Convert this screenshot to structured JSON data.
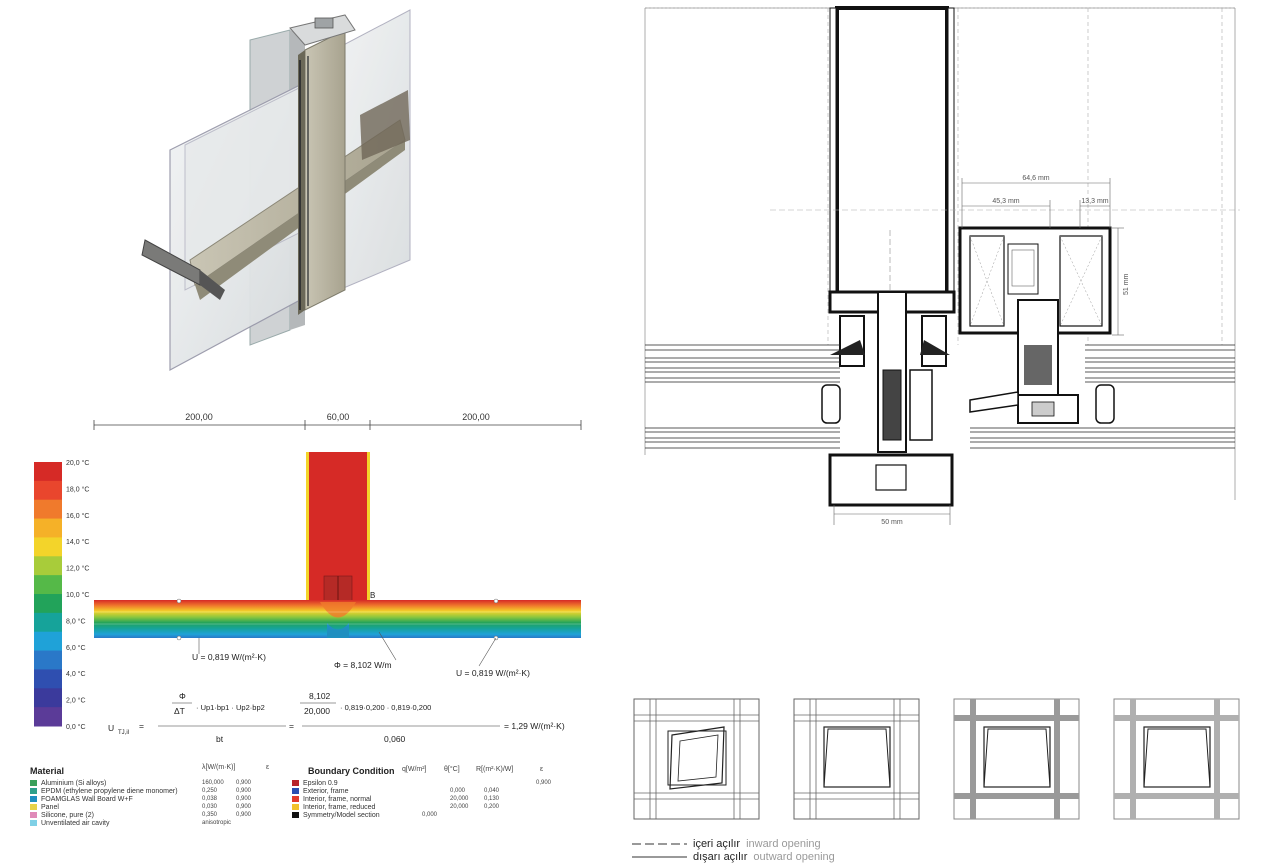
{
  "thermal": {
    "dim_left": "200,00",
    "dim_mid": "60,00",
    "dim_right": "200,00",
    "scale": [
      "20,0 °C",
      "18,0 °C",
      "16,0 °C",
      "14,0 °C",
      "12,0 °C",
      "10,0 °C",
      "8,0 °C",
      "6,0 °C",
      "4,0 °C",
      "2,0 °C",
      "0,0 °C"
    ],
    "scale_colors": [
      "#d62a26",
      "#e9462d",
      "#f07a2c",
      "#f5b128",
      "#f3d42a",
      "#a8cc3a",
      "#55b948",
      "#22a35a",
      "#16a39a",
      "#1fa2d8",
      "#2a78c8",
      "#2f4fb0",
      "#3b3a9c",
      "#5b3b98"
    ],
    "u_left": "U = 0,819 W/(m²·K)",
    "u_right": "U = 0,819 W/(m²·K)",
    "phi": "Φ = 8,102 W/m",
    "point_b": "B",
    "formula": {
      "lhs": "U",
      "lhs_sub": "TJ,il",
      "frac_num": "Φ",
      "frac_den": "ΔT",
      "terms": "· Up1·bp1 · Up2·bp2",
      "bt": "bt",
      "num_val": "8,102",
      "den_val": "20,000",
      "terms_val": "· 0,819·0,200 · 0,819·0,200",
      "bottom_val": "0,060",
      "result": "= 1,29 W/(m²·K)"
    }
  },
  "legend": {
    "material_header": "Material",
    "lambda_header": "λ[W/(m·K)]",
    "eps_header": "ε",
    "materials": [
      {
        "name": "Aluminium (Si alloys)",
        "lambda": "160,000",
        "eps": "0,900",
        "color": "#3aa05a"
      },
      {
        "name": "EPDM (ethylene propylene diene monomer)",
        "lambda": "0,250",
        "eps": "0,900",
        "color": "#2fa08a"
      },
      {
        "name": "FOAMGLAS Wall Board W+F",
        "lambda": "0,038",
        "eps": "0,900",
        "color": "#1f8fc0"
      },
      {
        "name": "Panel",
        "lambda": "0,030",
        "eps": "0,900",
        "color": "#e6d24a"
      },
      {
        "name": "Silicone, pure (2)",
        "lambda": "0,350",
        "eps": "0,900",
        "color": "#e08ab8"
      },
      {
        "name": "Unventilated air cavity",
        "lambda": "anisotropic",
        "eps": "",
        "color": "#7fd0e6"
      }
    ],
    "boundary_header": "Boundary Condition",
    "q_header": "q[W/m²]",
    "theta_header": "θ[°C]",
    "r_header": "R[(m²·K)/W]",
    "eps2_header": "ε",
    "boundaries": [
      {
        "name": "Epsilon 0.9",
        "q": "",
        "theta": "",
        "r": "",
        "eps": "0,900",
        "color": "#b8232a"
      },
      {
        "name": "Exterior, frame",
        "q": "",
        "theta": "0,000",
        "r": "0,040",
        "eps": "",
        "color": "#2b4fb0"
      },
      {
        "name": "Interior, frame, normal",
        "q": "",
        "theta": "20,000",
        "r": "0,130",
        "eps": "",
        "color": "#e23b2a"
      },
      {
        "name": "Interior, frame, reduced",
        "q": "",
        "theta": "20,000",
        "r": "0,200",
        "eps": "",
        "color": "#f2c22a"
      },
      {
        "name": "Symmetry/Model section",
        "q": "0,000",
        "theta": "",
        "r": "",
        "eps": "",
        "color": "#111111"
      }
    ]
  },
  "section": {
    "dim_total": "64,6 mm",
    "dim_a": "45,3 mm",
    "dim_b": "13,3 mm",
    "dim_height": "51 mm",
    "dim_bottom": "50 mm"
  },
  "openings": {
    "inward_tr": "içeri açılır",
    "inward_en": "inward opening",
    "outward_tr": "dışarı açılır",
    "outward_en": "outward opening"
  }
}
